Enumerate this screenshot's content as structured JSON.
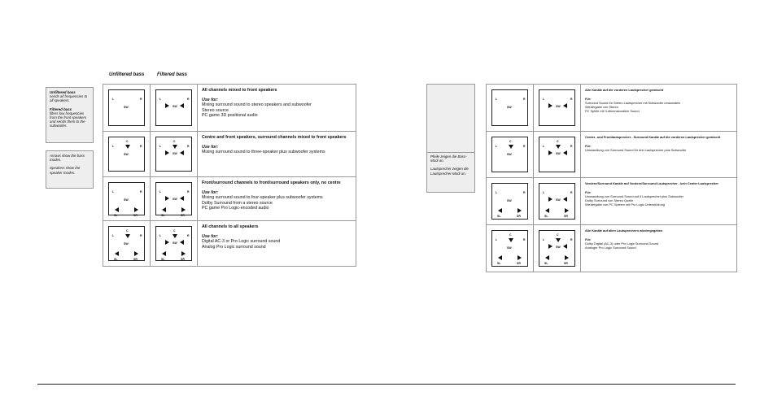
{
  "left": {
    "col_headers": [
      "Unfiltered bass",
      "Filtered bass"
    ],
    "sidebox1": {
      "p1_title": "Unfiltered bass",
      "p1_body": "sends all frequencies to all speakers.",
      "p2_title": "Filtered bass",
      "p2_body": "filters low frequencies from the front speakers and sends them to the subwoofer."
    },
    "sidebox2": {
      "p1": "Arrows show the bass modes.",
      "p2": "Speakers show the speaker modes."
    },
    "rows": [
      {
        "title": "All channels mixed to front speakers",
        "use_label": "Use for:",
        "lines": [
          "Mixing surround sound to stereo speakers and subwoofer",
          "Stereo source",
          "PC game 3D positional audio"
        ]
      },
      {
        "title": "Centre and front speakers, surround channels mixed to front speakers",
        "use_label": "Use for:",
        "lines": [
          "Mixing surround sound to three-speaker plus subwoofer systems"
        ]
      },
      {
        "title": "Front/surround channels to front/surround speakers only, no centre",
        "use_label": "Use for:",
        "lines": [
          "Mixing surround sound to four-speaker plus subwoofer systems",
          "Dolby Surround from a stereo source",
          "PC game Pro Logic-encoded audio"
        ]
      },
      {
        "title": "All channels to all speakers",
        "use_label": "Use for:",
        "lines": [
          "Digital AC-3 or Pro Logic surround sound",
          "Analog Pro Logic surround sound"
        ]
      }
    ]
  },
  "right": {
    "sidebox": {
      "p1": "Pfeile zeigen die Bass-Modi an.",
      "p2": "Lautsprecher zeigen die Lautsprecher-Modi an."
    },
    "rows": [
      {
        "title": "Alle Kanäle auf die vorderen Lautsprecher gemischt",
        "use_label": "Für:",
        "lines": [
          "Surround Sound für Stereo Lautsprecher mit Subwoofer umwandeln",
          "Wiedergabe von Stereo",
          "PC Spiele mit 3-dimensionalem Sound"
        ]
      },
      {
        "title": "Center- und Frontlautsprecher - Surround Kanäle auf die vorderen Lautsprecher gemischt",
        "use_label": "Für:",
        "lines": [
          "Umwandlung von Surround Sound für drei Lautsprecher plus Subwoofer"
        ]
      },
      {
        "title": "Vordere/Surround Kanäle auf Vordere/Surround Lautsprecher - kein Center Lautsprecher",
        "use_label": "Für:",
        "lines": [
          "Umwandlung von Surround Sound auf 4 Lautsprecher plus Subwoofer",
          "Dolby Surround von Stereo Quelle",
          "Wiedergabe von PC Spielen mit Pro Logic Unterstützung"
        ]
      },
      {
        "title": "Alle Kanäle auf allen Lautsprechern wiedergegeben",
        "use_label": "Für:",
        "lines": [
          "Dolby Digital (AC-3) oder Pro Logic Surround Sound",
          "Analoger Pro Logic Surround Sound"
        ]
      }
    ]
  },
  "diagram_labels": {
    "L": "L",
    "R": "R",
    "C": "C",
    "SW": "SW",
    "SL": "SL",
    "SR": "SR"
  }
}
